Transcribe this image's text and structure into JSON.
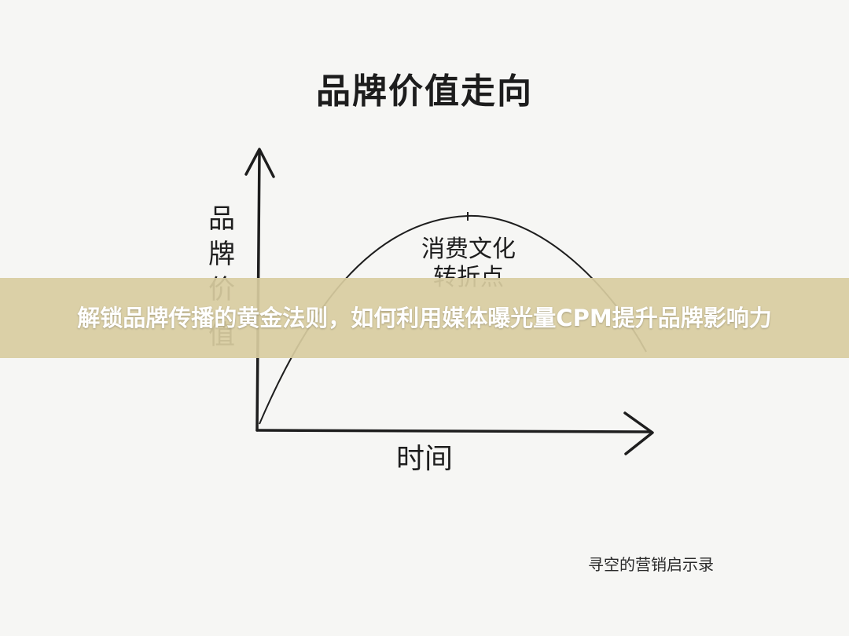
{
  "diagram": {
    "title": "品牌价值走向",
    "y_axis_label": "品牌价值",
    "x_axis_label": "时间",
    "peak_annotation_line1": "消费文化",
    "peak_annotation_line2": "转折点"
  },
  "banner": {
    "text": "解锁品牌传播的黄金法则，如何利用媒体曝光量CPM提升品牌影响力"
  },
  "credit": {
    "text": "寻空的营销启示录"
  },
  "colors": {
    "banner_bg": "#d8cca0",
    "ink": "#1e1e1e",
    "paper": "#f6f6f4"
  }
}
